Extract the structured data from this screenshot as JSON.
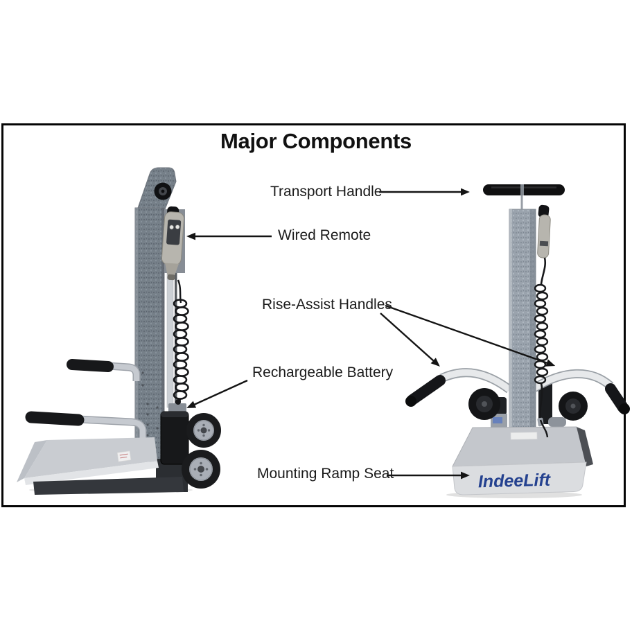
{
  "title": "Major Components",
  "component_labels": {
    "transport_handle": "Transport Handle",
    "wired_remote": "Wired Remote",
    "rise_assist_handles": "Rise-Assist Handles",
    "rechargeable_battery": "Rechargeable Battery",
    "mounting_ramp_seat": "Mounting Ramp Seat"
  },
  "branding": {
    "base_logo_text": "IndeeLift",
    "logo_color": "#24418f"
  },
  "colors": {
    "frame_border": "#050505",
    "label_text": "#1b1b1b",
    "arrow": "#141414",
    "mast_gray_dark": "#768089",
    "mast_gray_light": "#9aa3ad",
    "platform_gray": "#c9ccd1",
    "handle_black": "#161616"
  },
  "illustrations": {
    "left": "lift-side-view",
    "right": "lift-front-view"
  }
}
